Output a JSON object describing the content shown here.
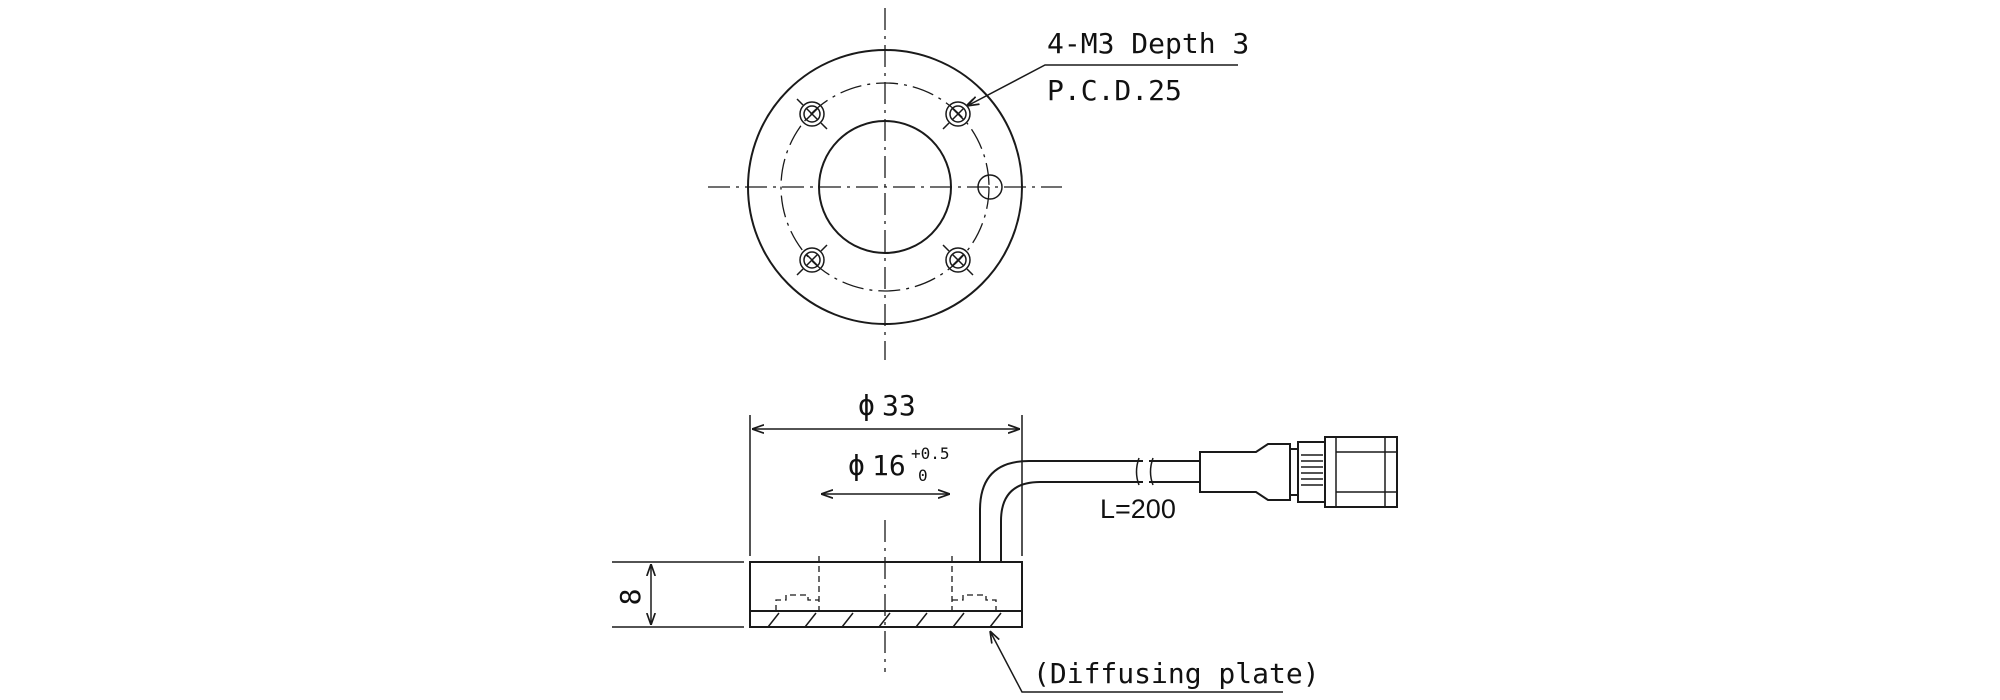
{
  "annotations": {
    "tapped_holes": "4-M3 Depth 3",
    "pcd": "P.C.D.25",
    "diffuser": "(Diffusing plate)"
  },
  "dimensions": {
    "outer_symbol": "ϕ",
    "outer_value": "33",
    "inner_symbol": "ϕ",
    "inner_value": "16",
    "tol_upper": "+0.5",
    "tol_lower": "0",
    "height": "8",
    "cable_length": "L=200"
  }
}
